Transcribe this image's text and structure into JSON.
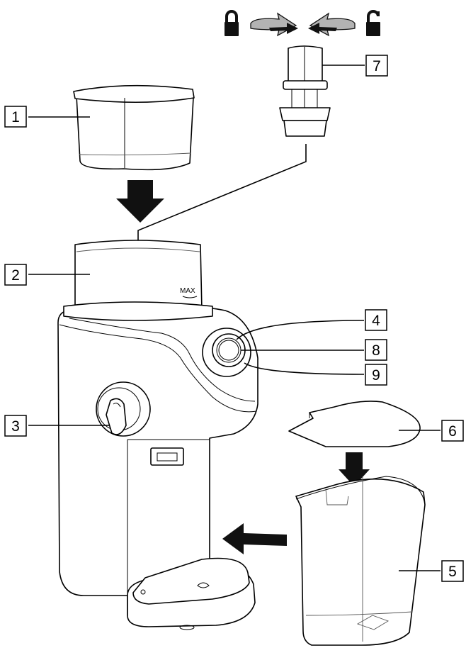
{
  "figure": {
    "max_mark": "MAX",
    "callouts": [
      {
        "id": "1",
        "label": "1"
      },
      {
        "id": "2",
        "label": "2"
      },
      {
        "id": "3",
        "label": "3"
      },
      {
        "id": "4",
        "label": "4"
      },
      {
        "id": "5",
        "label": "5"
      },
      {
        "id": "6",
        "label": "6"
      },
      {
        "id": "7",
        "label": "7"
      },
      {
        "id": "8",
        "label": "8"
      },
      {
        "id": "9",
        "label": "9"
      }
    ],
    "icons": {
      "locked": "padlock-closed",
      "unlocked": "padlock-open",
      "rotate_arrows": "curved-arrows",
      "insert_arrows": "solid-arrows"
    },
    "colors": {
      "line": "#000000",
      "arrow_fill": "#111111",
      "rotate_arrow_fill": "#b3b3b3"
    }
  }
}
